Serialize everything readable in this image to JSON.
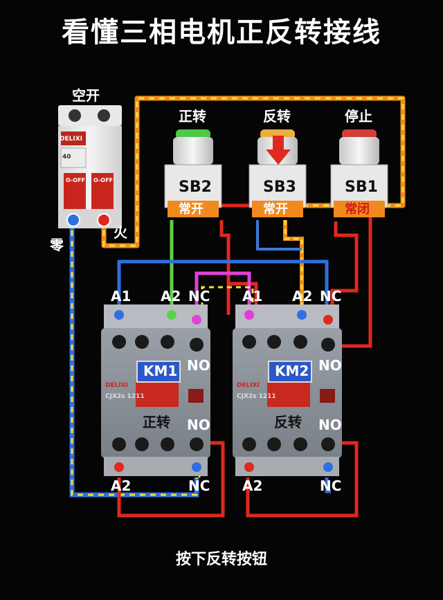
{
  "title": "看懂三相电机正反转接线",
  "caption": "按下反转按钮",
  "breaker": {
    "label": "空开",
    "brand": "DELIXI",
    "rating": "40",
    "off_left": "O-OFF",
    "off_right": "O-OFF",
    "neutral_label": "零",
    "live_label": "火"
  },
  "buttons": [
    {
      "id": "SB2",
      "caption": "正转",
      "contact": "常开",
      "lamp_color": "#4fc84a"
    },
    {
      "id": "SB3",
      "caption": "反转",
      "contact": "常开",
      "lamp_color": "#e8b040"
    },
    {
      "id": "SB1",
      "caption": "停止",
      "contact": "常闭",
      "lamp_color": "#d0403a"
    }
  ],
  "contactors": [
    {
      "name": "KM1",
      "function": "正转",
      "brand": "DELIXI",
      "model": "CJX2s 1211",
      "top_left": "A1",
      "top_mid": "A2",
      "top_right": "NC",
      "mid_right": "NO",
      "lower_right": "NO",
      "bottom_left": "A2",
      "bottom_right": "NC"
    },
    {
      "name": "KM2",
      "function": "反转",
      "brand": "DELIXI",
      "model": "CJX2s 1211",
      "top_left": "A1",
      "top_mid": "A2",
      "top_right": "NC",
      "mid_right": "NO",
      "lower_right": "NO",
      "bottom_left": "A2",
      "bottom_right": "NC"
    }
  ],
  "colors": {
    "background": "#050505",
    "wire_red": "#e0281e",
    "wire_orange": "#f08a1e",
    "wire_yellow": "#f2e23a",
    "wire_blue": "#2f6fe0",
    "wire_green": "#5fd04a",
    "wire_magenta": "#e040d8",
    "km_label_bg": "#2c58c8"
  }
}
